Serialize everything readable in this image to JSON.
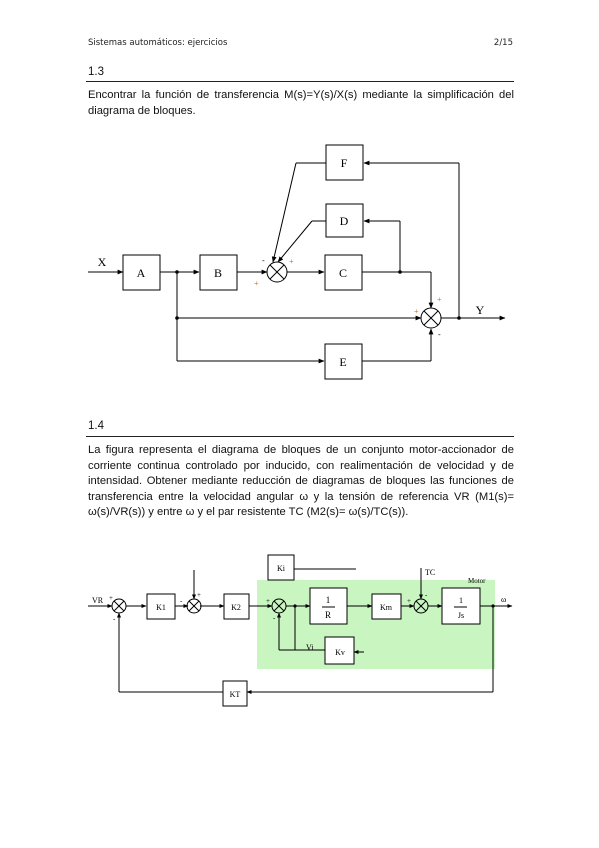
{
  "header": {
    "left": "Sistemas automáticos: ejercicios",
    "right": "2/15"
  },
  "ex13": {
    "number": "1.3",
    "text": "Encontrar la función de transferencia M(s)=Y(s)/X(s) mediante la simplificación del diagrama de bloques.",
    "diagram": {
      "in_label": "X",
      "out_label": "Y",
      "blocks": {
        "A": "A",
        "B": "B",
        "C": "C",
        "D": "D",
        "E": "E",
        "F": "F"
      },
      "signs": {
        "s1_left": "-",
        "s1_right": "+",
        "s1_bottom": "+",
        "s2_left": "+",
        "s2_top": "+",
        "s2_bottom": "-"
      }
    }
  },
  "ex14": {
    "number": "1.4",
    "text": "La figura representa el diagrama de bloques de un conjunto motor-accionador de corriente continua controlado por inducido, con realimentación de velocidad y de intensidad. Obtener mediante reducción de diagramas de bloques las funciones de transferencia entre la velocidad angular ω y la tensión de referencia VR (M1(s)= ω(s)/VR(s)) y entre ω y el par resistente TC (M2(s)= ω(s)/TC(s)).",
    "diagram": {
      "vr": "VR",
      "omega": "ω",
      "motor": "Motor",
      "tc": "TC",
      "vi": "Vi",
      "blocks": {
        "k1": "K1",
        "k2": "K2",
        "ki": "Ki",
        "inv_r_num": "1",
        "inv_r_den": "R",
        "km": "Km",
        "inv_j_num": "1",
        "inv_j_den": "Js",
        "kv": "Kv",
        "kt": "KT"
      },
      "signs": {
        "plus": "+",
        "minus": "-"
      }
    }
  }
}
